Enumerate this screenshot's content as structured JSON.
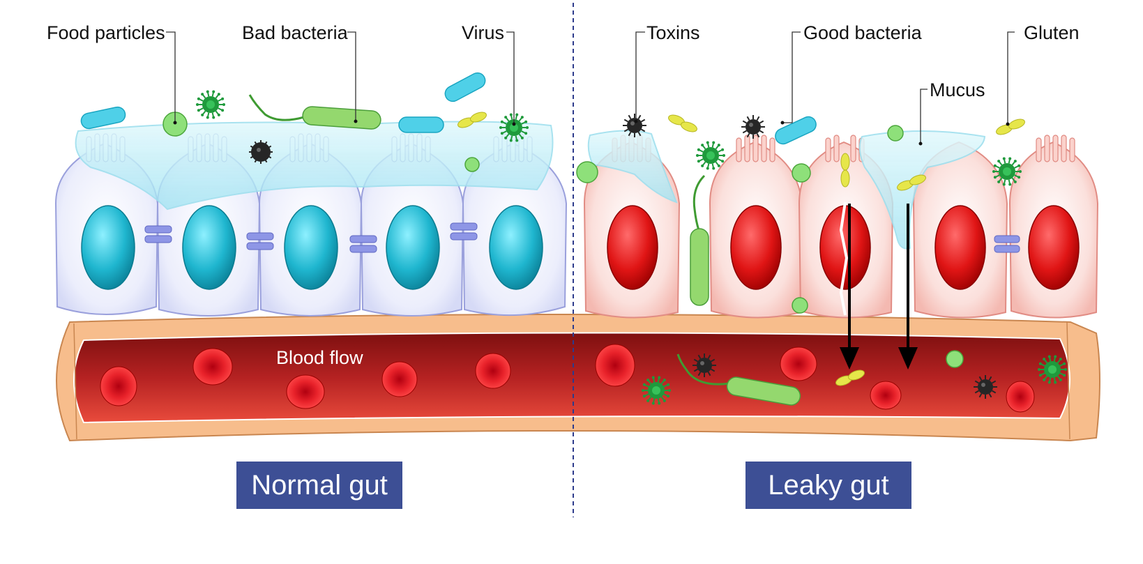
{
  "labels": {
    "food_particles": "Food particles",
    "bad_bacteria": "Bad bacteria",
    "virus": "Virus",
    "toxins": "Toxins",
    "good_bacteria": "Good bacteria",
    "gluten": "Gluten",
    "mucus": "Mucus",
    "blood_flow": "Blood flow"
  },
  "panels": {
    "normal": "Normal gut",
    "leaky": "Leaky gut"
  },
  "colors": {
    "panel_title_bg": "#3d4f95",
    "normal_cell": "#e6e8fb",
    "normal_nucleus": "#22b8cf",
    "leaky_cell": "#f9d4d0",
    "leaky_nucleus": "#d91a1a",
    "vessel_outer": "#f7bd8c",
    "blood": "#b02020",
    "mucus": "#bfeef7",
    "virus": "#1f9a3c",
    "toxin": "#222222",
    "bacteria": "#8fd36b"
  }
}
